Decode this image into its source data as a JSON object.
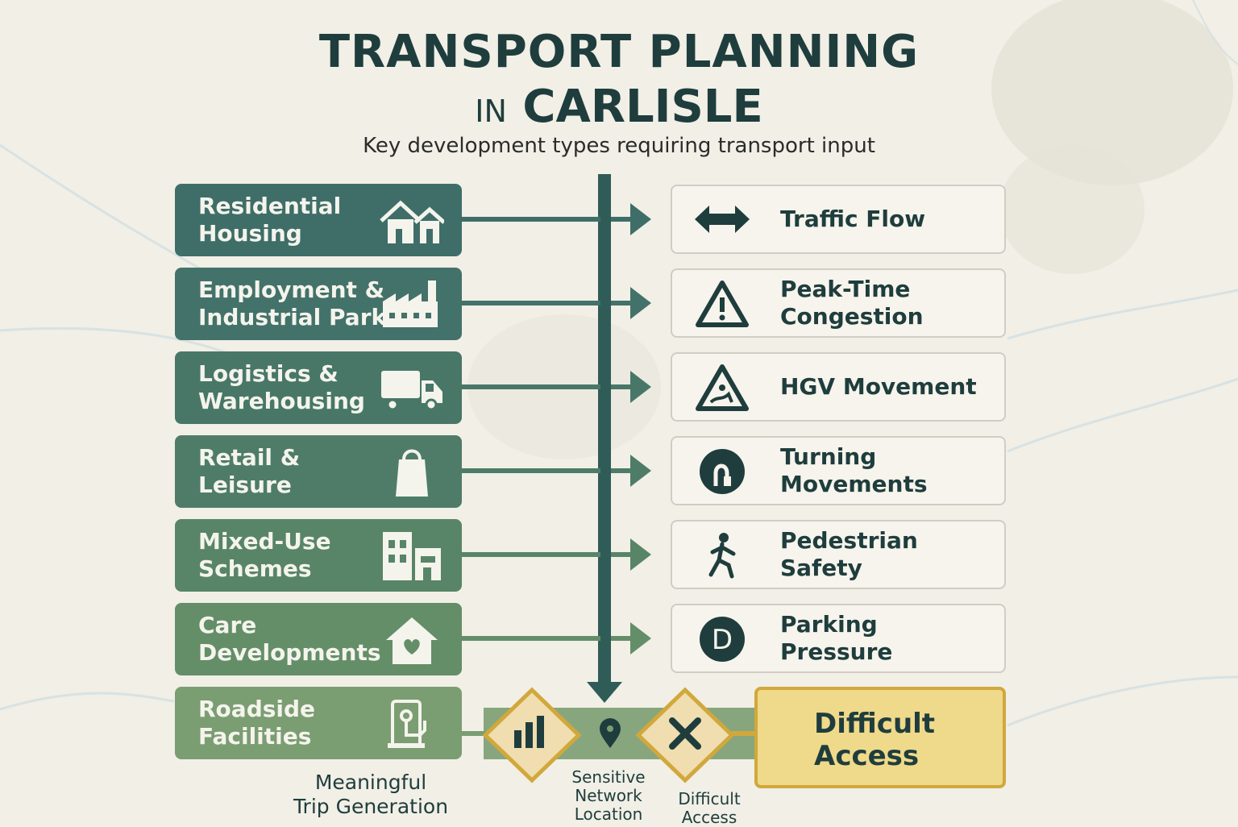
{
  "header": {
    "title_line1": "TRANSPORT PLANNING",
    "title_line2_prefix": "IN",
    "title_line2_main": "CARLISLE",
    "subtitle": "Key development types requiring transport input"
  },
  "developments": [
    {
      "label": "Residential\nHousing",
      "icon": "houses-icon",
      "color": "#3f6e69"
    },
    {
      "label": "Employment &\nIndustrial Parks",
      "icon": "factory-icon",
      "color": "#43726a"
    },
    {
      "label": "Logistics &\nWarehousing",
      "icon": "truck-icon",
      "color": "#487768"
    },
    {
      "label": "Retail &\nLeisure",
      "icon": "shopping-bag-icon",
      "color": "#4e7c68"
    },
    {
      "label": "Mixed-Use\nSchemes",
      "icon": "buildings-icon",
      "color": "#588567"
    },
    {
      "label": "Care\nDevelopments",
      "icon": "heart-house-icon",
      "color": "#648e68"
    },
    {
      "label": "Roadside\nFacilities",
      "icon": "fuel-pump-icon",
      "color": "#7b9d72"
    }
  ],
  "impacts": [
    {
      "label": "Traffic Flow",
      "icon": "double-arrow-icon"
    },
    {
      "label": "Peak-Time\nCongestion",
      "icon": "warning-triangle-icon"
    },
    {
      "label": "HGV Movement",
      "icon": "road-warning-icon"
    },
    {
      "label": "Turning\nMovements",
      "icon": "turn-icon"
    },
    {
      "label": "Pedestrian\nSafety",
      "icon": "pedestrian-icon"
    },
    {
      "label": "Parking\nPressure",
      "icon": "parking-d-icon"
    }
  ],
  "outcome": {
    "label": "Difficult\nAccess",
    "fill": "#efd98a",
    "border": "#d1a83c"
  },
  "bottom_captions": {
    "trip": "Meaningful\nTrip Generation",
    "sensitive": "Sensitive\nNetwork\nLocation",
    "difficult": "Difficult\nAccess"
  },
  "colors": {
    "main_line": "#2f5c56",
    "bottom_bar": "#7b9d72",
    "diamond": "#d1a83c",
    "diamond_fill": "#f0ddb0"
  }
}
